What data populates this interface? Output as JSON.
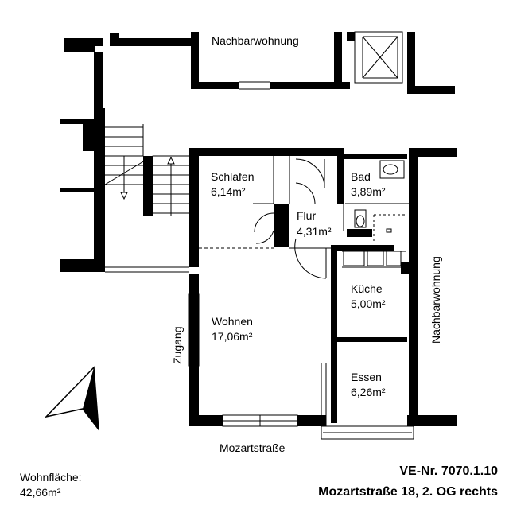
{
  "neighbor_top": "Nachbarwohnung",
  "neighbor_right": "Nachbarwohnung",
  "entrance": "Zugang",
  "street": "Mozartstraße",
  "rooms": {
    "schlafen": {
      "name": "Schlafen",
      "area": "6,14m²"
    },
    "bad": {
      "name": "Bad",
      "area": "3,89m²"
    },
    "flur": {
      "name": "Flur",
      "area": "4,31m²"
    },
    "kueche": {
      "name": "Küche",
      "area": "5,00m²"
    },
    "wohnen": {
      "name": "Wohnen",
      "area": "17,06m²"
    },
    "essen": {
      "name": "Essen",
      "area": "6,26m²"
    }
  },
  "footer": {
    "area_label": "Wohnfläche:",
    "area_value": "42,66m²",
    "ref": "VE-Nr. 7070.1.10",
    "address": "Mozartstraße 18, 2. OG rechts"
  }
}
